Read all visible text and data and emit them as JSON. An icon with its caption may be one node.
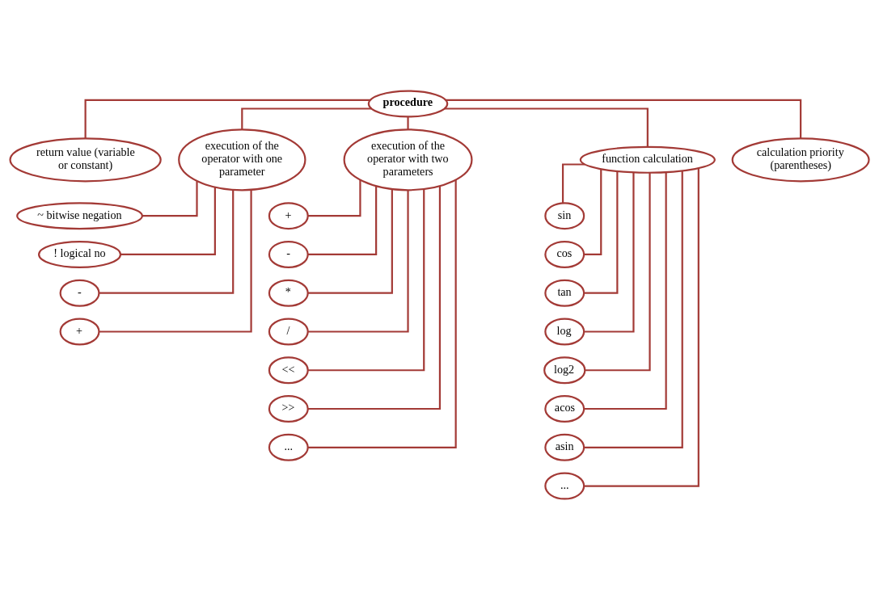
{
  "diagram": {
    "nodes": [
      {
        "text": [
          "procedure"
        ]
      },
      {
        "text": [
          "return value (variable or constant)"
        ]
      },
      {
        "text": [
          "execution of the operator with one parameter"
        ]
      },
      {
        "text": [
          "execution of the operator with two parameters"
        ]
      },
      {
        "text": [
          "function calculation"
        ]
      },
      {
        "text": [
          "calculation priority (parentheses)"
        ]
      },
      {
        "text": [
          "~ bitwise negation"
        ]
      },
      {
        "text": [
          "! logical no"
        ]
      },
      {
        "text": [
          "-"
        ]
      },
      {
        "text": [
          "+"
        ]
      },
      {
        "text": [
          "+"
        ]
      },
      {
        "text": [
          "-"
        ]
      },
      {
        "text": [
          "*"
        ]
      },
      {
        "text": [
          "/"
        ]
      },
      {
        "text": [
          "<<"
        ]
      },
      {
        "text": [
          ">>"
        ]
      },
      {
        "text": [
          "..."
        ]
      },
      {
        "text": [
          "sin"
        ]
      },
      {
        "text": [
          "cos"
        ]
      },
      {
        "text": [
          "tan"
        ]
      },
      {
        "text": [
          "log"
        ]
      },
      {
        "text": [
          "log2"
        ]
      },
      {
        "text": [
          "acos"
        ]
      },
      {
        "text": [
          "asin"
        ]
      },
      {
        "text": [
          "..."
        ]
      }
    ],
    "edges": [
      {
        "from": 0,
        "to": 1,
        "arrow": "none"
      },
      {
        "from": 0,
        "to": 2,
        "arrow": "none"
      },
      {
        "from": 0,
        "to": 3,
        "arrow": "none"
      },
      {
        "from": 0,
        "to": 4,
        "arrow": "none"
      },
      {
        "from": 0,
        "to": 5,
        "arrow": "none"
      },
      {
        "from": 2,
        "to": 6,
        "arrow": "none"
      },
      {
        "from": 2,
        "to": 7,
        "arrow": "none"
      },
      {
        "from": 2,
        "to": 8,
        "arrow": "none"
      },
      {
        "from": 2,
        "to": 9,
        "arrow": "none"
      },
      {
        "from": 3,
        "to": 10,
        "arrow": "none"
      },
      {
        "from": 3,
        "to": 11,
        "arrow": "none"
      },
      {
        "from": 3,
        "to": 12,
        "arrow": "none"
      },
      {
        "from": 3,
        "to": 13,
        "arrow": "none"
      },
      {
        "from": 3,
        "to": 14,
        "arrow": "none"
      },
      {
        "from": 3,
        "to": 15,
        "arrow": "none"
      },
      {
        "from": 3,
        "to": 16,
        "arrow": "none"
      },
      {
        "from": 4,
        "to": 17,
        "arrow": "none"
      },
      {
        "from": 4,
        "to": 18,
        "arrow": "none"
      },
      {
        "from": 4,
        "to": 19,
        "arrow": "none"
      },
      {
        "from": 4,
        "to": 20,
        "arrow": "none"
      },
      {
        "from": 4,
        "to": 21,
        "arrow": "none"
      },
      {
        "from": 4,
        "to": 22,
        "arrow": "none"
      },
      {
        "from": 4,
        "to": 23,
        "arrow": "none"
      },
      {
        "from": 4,
        "to": 24,
        "arrow": "none"
      }
    ]
  }
}
